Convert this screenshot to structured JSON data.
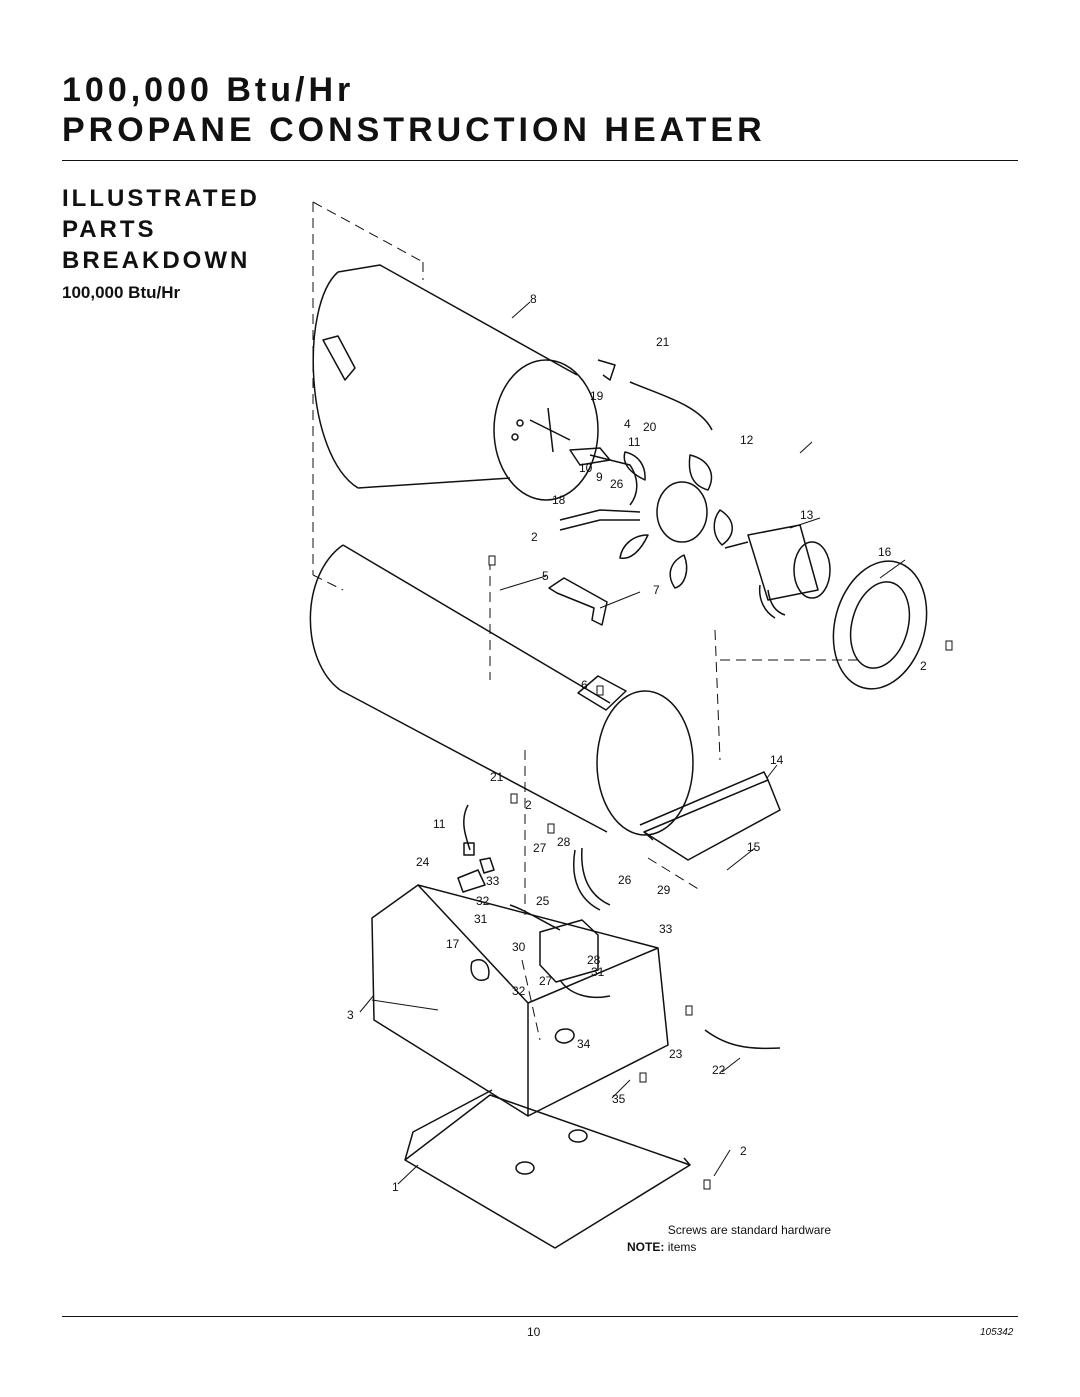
{
  "header": {
    "title_line1": "100,000 Btu/Hr",
    "title_line2": "PROPANE CONSTRUCTION HEATER"
  },
  "section": {
    "heading_lines": [
      "ILLUSTRATED",
      "PARTS",
      "BREAKDOWN"
    ],
    "subheading": "100,000 Btu/Hr"
  },
  "diagram": {
    "callouts": [
      "8",
      "21",
      "19",
      "4",
      "20",
      "11",
      "12",
      "10",
      "9",
      "26",
      "18",
      "13",
      "2",
      "16",
      "5",
      "7",
      "2",
      "6",
      "14",
      "21",
      "2",
      "11",
      "27",
      "28",
      "15",
      "24",
      "33",
      "26",
      "29",
      "32",
      "25",
      "31",
      "33",
      "17",
      "30",
      "28",
      "31",
      "27",
      "32",
      "3",
      "34",
      "23",
      "22",
      "35",
      "2",
      "1"
    ]
  },
  "note": {
    "label": "NOTE:",
    "text": "Screws are standard hardware items"
  },
  "footer": {
    "page_number": "10",
    "doc_number": "105342"
  }
}
